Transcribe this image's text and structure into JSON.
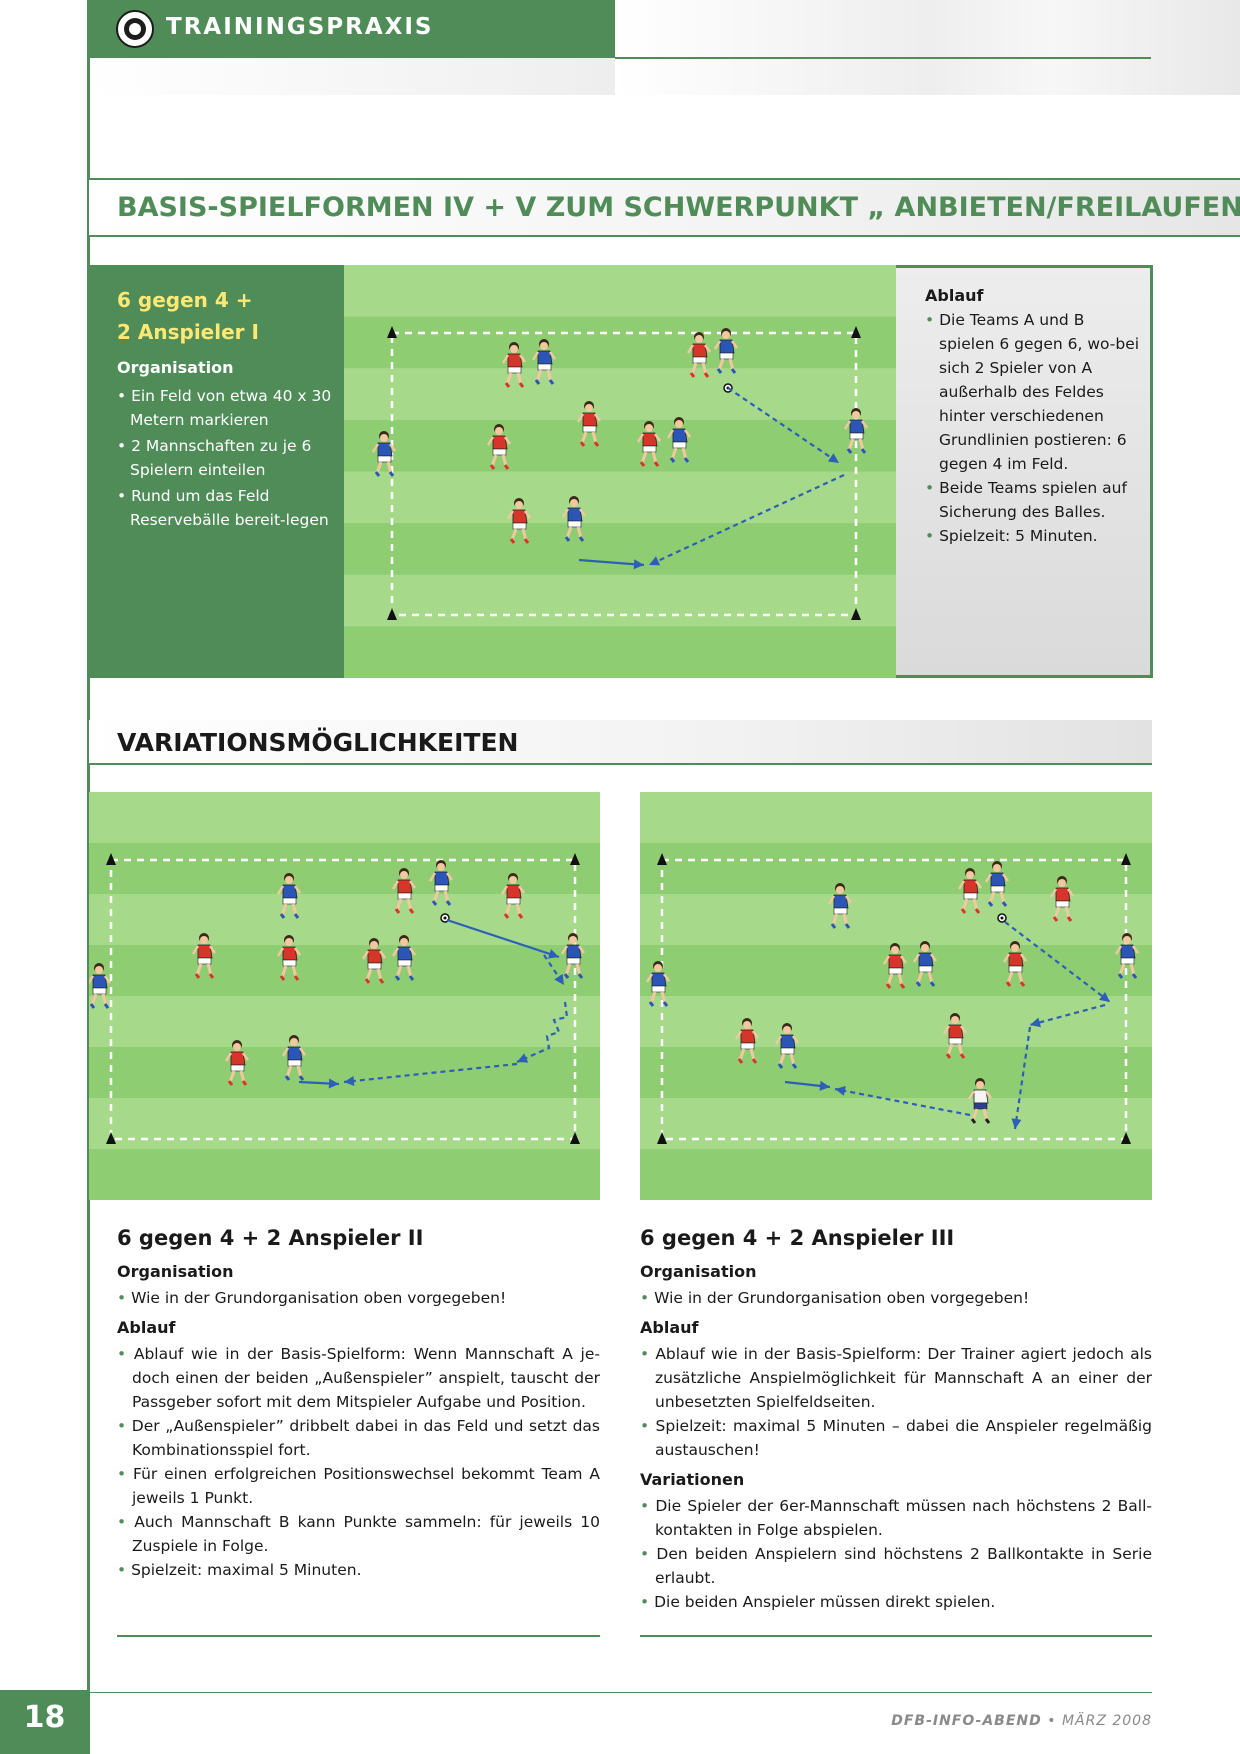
{
  "header": {
    "title": "TRAININGSPRAXIS"
  },
  "main_title": "BASIS-SPIELFORMEN IV + V ZUM SCHWERPUNKT „ ANBIETEN/FREILAUFEN“",
  "basis": {
    "title_line1": "6 gegen 4 +",
    "title_line2": "2 Anspieler I",
    "org_label": "Organisation",
    "org_items": [
      "Ein Feld von etwa 40 x 30 Metern markieren",
      "2 Mannschaften zu je 6 Spielern einteilen",
      "Rund um das Feld Reservebälle bereit-legen"
    ],
    "ablauf_label": "Ablauf",
    "ablauf_items": [
      "Die Teams A und B spielen 6 gegen 6, wo-bei sich 2 Spieler von A außerhalb des Feldes hinter verschiedenen Grundlinien postieren: 6 gegen 4 im Feld.",
      "Beide Teams spielen auf Sicherung des Balles.",
      "Spielzeit: 5 Minuten."
    ]
  },
  "variations_title": "VARIATIONSMÖGLICHKEITEN",
  "col2": {
    "title": "6 gegen 4 + 2 Anspieler II",
    "org_label": "Organisation",
    "org_items": [
      "Wie in der Grundorganisation oben vorgegeben!"
    ],
    "ablauf_label": "Ablauf",
    "ablauf_items": [
      "Ablauf wie in der Basis-Spielform: Wenn Mannschaft A je-doch einen der beiden „Außenspieler” anspielt, tauscht der Passgeber sofort mit dem Mitspieler Aufgabe und Position.",
      "Der „Außenspieler” dribbelt dabei in das Feld und setzt das Kombinationsspiel fort.",
      "Für einen erfolgreichen Positionswechsel bekommt Team A jeweils 1 Punkt.",
      "Auch Mannschaft B kann Punkte sammeln: für jeweils 10 Zuspiele in Folge.",
      "Spielzeit: maximal 5 Minuten."
    ]
  },
  "col3": {
    "title": "6 gegen 4 + 2 Anspieler III",
    "org_label": "Organisation",
    "org_items": [
      "Wie in der Grundorganisation oben vorgegeben!"
    ],
    "ablauf_label": "Ablauf",
    "ablauf_items": [
      "Ablauf wie in der Basis-Spielform: Der Trainer agiert jedoch als zusätzliche Anspielmöglichkeit für Mannschaft A an einer der unbesetzten Spielfeldseiten.",
      "Spielzeit: maximal 5 Minuten – dabei die Anspieler regelmäßig austauschen!"
    ],
    "variationen_label": "Variationen",
    "variationen_items": [
      "Die Spieler der 6er-Mannschaft müssen nach höchstens 2 Ball-kontakten in Folge abspielen.",
      "Den beiden Anspielern sind höchstens 2 Ballkontakte in Serie erlaubt.",
      "Die beiden Anspieler müssen direkt spielen."
    ]
  },
  "page_number": "18",
  "footer": {
    "publication": "DFB-INFO-ABEND",
    "separator": "•",
    "date": "MÄRZ 2008"
  },
  "colors": {
    "brand_green": "#4f8c58",
    "title_yellow": "#ffe873",
    "field_light": "#a6d98a",
    "field_dark": "#8fcd72",
    "team_red": "#d8352a",
    "team_blue": "#2c55b8",
    "arrow_blue": "#2d5fb8"
  },
  "icons": [
    "dfb-logo-icon",
    "cone-icon",
    "ball-icon",
    "player-red-icon",
    "player-blue-icon",
    "trainer-icon"
  ]
}
